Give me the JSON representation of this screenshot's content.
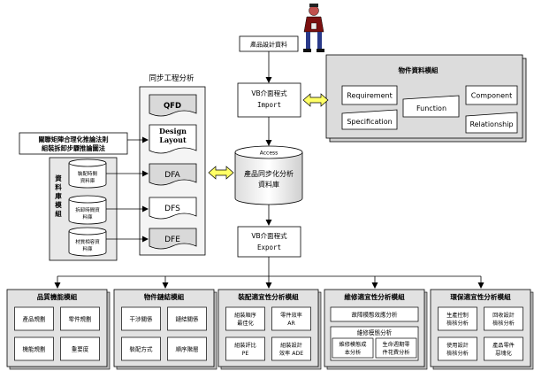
{
  "top": {
    "product_design_data": "產品設計資料",
    "sync_engineering_analysis": "同步工程分析"
  },
  "vb_import": {
    "line1": "VB介面程式",
    "line2": "Import"
  },
  "vb_export": {
    "line1": "VB介面程式",
    "line2": "Export"
  },
  "access_db": {
    "label": "Access",
    "line1": "產品同步化分析",
    "line2": "資料庫"
  },
  "object_module": {
    "title": "物件資料模組",
    "items": [
      "Requirement",
      "Specification",
      "Function",
      "Component",
      "Relationship"
    ]
  },
  "analysis_docs": [
    "QFD",
    "Design Layout",
    "DFA",
    "DFS",
    "DFE"
  ],
  "method_box": {
    "line1": "關聯矩陣合理化推論法則",
    "line2": "組裝拆卸步驟推論圖法"
  },
  "db_module": {
    "title": "資料庫模組",
    "dbs": [
      {
        "line1": "裝配時間",
        "line2": "資料庫"
      },
      {
        "line1": "拆卸時間資",
        "line2": "料庫"
      },
      {
        "line1": "材質相容資",
        "line2": "料庫"
      }
    ]
  },
  "bottom_modules": [
    {
      "title": "品質機能模組",
      "cells": [
        [
          "產品規劃"
        ],
        [
          "零件規劃"
        ],
        [
          "機能規劃"
        ],
        [
          "重要度"
        ]
      ]
    },
    {
      "title": "物件鏈結模組",
      "cells": [
        [
          "干涉關係"
        ],
        [
          "鏈結關係"
        ],
        [
          "裝配方式"
        ],
        [
          "順序階層"
        ]
      ]
    },
    {
      "title": "裝配適宜性分析模組",
      "cells": [
        [
          "組裝順序",
          "最佳化"
        ],
        [
          "零件效率",
          "AR"
        ],
        [
          "組裝評比",
          "PE"
        ],
        [
          "組裝設計",
          "效率 ADE"
        ]
      ]
    },
    {
      "title": "維修適宜性分析模組",
      "top_cell": "故障模態效應分析",
      "group_title": "維修模態分析",
      "group_cells": [
        [
          "維修模態成",
          "本分析"
        ],
        [
          "生命週期零",
          "件花費分析"
        ]
      ]
    },
    {
      "title": "環保適宜性分析模組",
      "cells": [
        [
          "生產控制",
          "檢核分析"
        ],
        [
          "回收設計",
          "檢核分析"
        ],
        [
          "使用設計",
          "檢核分析"
        ],
        [
          "產品零件",
          "惡塊化"
        ]
      ]
    }
  ]
}
